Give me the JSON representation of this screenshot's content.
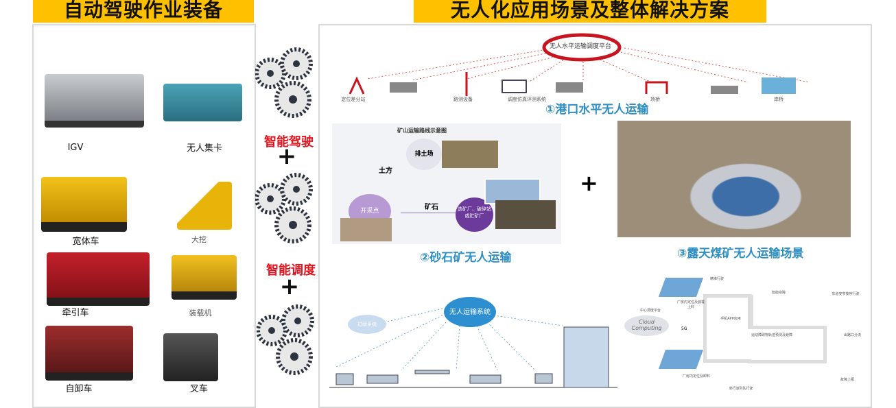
{
  "left_header": {
    "title": "自动驾驶作业装备"
  },
  "right_header": {
    "title": "无人化应用场景及整体解决方案"
  },
  "vehicles": [
    {
      "label": "IGV"
    },
    {
      "label": "无人集卡"
    },
    {
      "label": "宽体车"
    },
    {
      "label": "大挖"
    },
    {
      "label": "牵引车"
    },
    {
      "label": "装载机"
    },
    {
      "label": "自卸车"
    },
    {
      "label": "叉车"
    }
  ],
  "middle": {
    "label1": "智能驾驶",
    "plus": "+",
    "label2": "智能调度"
  },
  "port": {
    "cloud": "无人水平运输调度平台",
    "nodes": [
      "定位差分站",
      "路测设备",
      "调度仿真评测系统",
      "场桥",
      "岸桥"
    ],
    "title": "①港口水平无人运输"
  },
  "gravel": {
    "diagram_title": "矿山运输路线示意图",
    "dump": "排土场",
    "earth": "土方",
    "ore": "矿石",
    "pit": "开采点",
    "plant": "选矿厂、破碎站或贮矿厂",
    "title": "②砂石矿无人运输",
    "plus": "+"
  },
  "coal": {
    "title": "③露天煤矿无人运输场景"
  },
  "transport": {
    "cloud": "无人运输系统",
    "side_cloud": "过磅系统"
  },
  "factory": {
    "cloud": "Cloud Computing",
    "net": "5G",
    "labels": [
      "中心调度平台",
      "厂房内定位及装载上料",
      "精准行驶",
      "智能绕障",
      "车道变窄按序行驶",
      "手机APP应用",
      "运动障碍物轨迹预测及避障",
      "出路口分流",
      "厂房内定位及卸料",
      "故障上报",
      "单行道列队行驶"
    ]
  },
  "colors": {
    "accent": "#ffc000",
    "red": "#e0141e",
    "blue": "#2e8fc4"
  }
}
